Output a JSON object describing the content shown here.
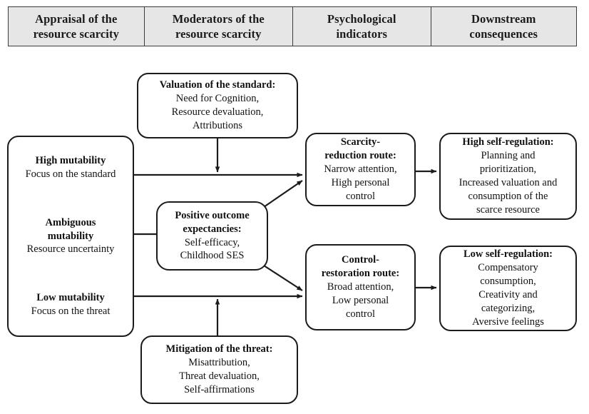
{
  "header": {
    "columns": [
      {
        "line1": "Appraisal of the",
        "line2": "resource scarcity"
      },
      {
        "line1": "Moderators of the",
        "line2": "resource scarcity"
      },
      {
        "line1": "Psychological",
        "line2": "indicators"
      },
      {
        "line1": "Downstream",
        "line2": "consequences"
      }
    ]
  },
  "nodes": {
    "appraisal": {
      "groups": [
        {
          "title": "High mutability",
          "lines": [
            "Focus on the standard"
          ]
        },
        {
          "title": "Ambiguous",
          "title2": "mutability",
          "lines": [
            "Resource uncertainty"
          ]
        },
        {
          "title": "Low mutability",
          "lines": [
            "Focus on the threat"
          ]
        }
      ]
    },
    "valuation": {
      "title": "Valuation of the standard:",
      "lines": [
        "Need for Cognition,",
        "Resource devaluation,",
        "Attributions"
      ]
    },
    "expectancies": {
      "title": "Positive outcome",
      "title2": "expectancies:",
      "lines": [
        "Self-efficacy,",
        "Childhood SES"
      ]
    },
    "mitigation": {
      "title": "Mitigation of the threat:",
      "lines": [
        "Misattribution,",
        "Threat devaluation,",
        "Self-affirmations"
      ]
    },
    "scarcity_route": {
      "title": "Scarcity-",
      "title2": "reduction route:",
      "lines": [
        "Narrow attention,",
        "High personal",
        "control"
      ]
    },
    "control_route": {
      "title": "Control-",
      "title2": "restoration route:",
      "lines": [
        "Broad attention,",
        "Low personal",
        "control"
      ]
    },
    "high_self_regulation": {
      "title": "High self-regulation:",
      "lines": [
        "Planning and",
        "prioritization,",
        "Increased valuation and",
        "consumption of the",
        "scarce resource"
      ]
    },
    "low_self_regulation": {
      "title": "Low self-regulation:",
      "lines": [
        "Compensatory",
        "consumption,",
        "Creativity and",
        "categorizing,",
        "Aversive feelings"
      ]
    }
  },
  "colors": {
    "header_fill": "#e6e6e6",
    "border": "#3b3b3b",
    "node_border": "#1b1b1b",
    "text": "#111111",
    "connector": "#1b1b1b"
  }
}
